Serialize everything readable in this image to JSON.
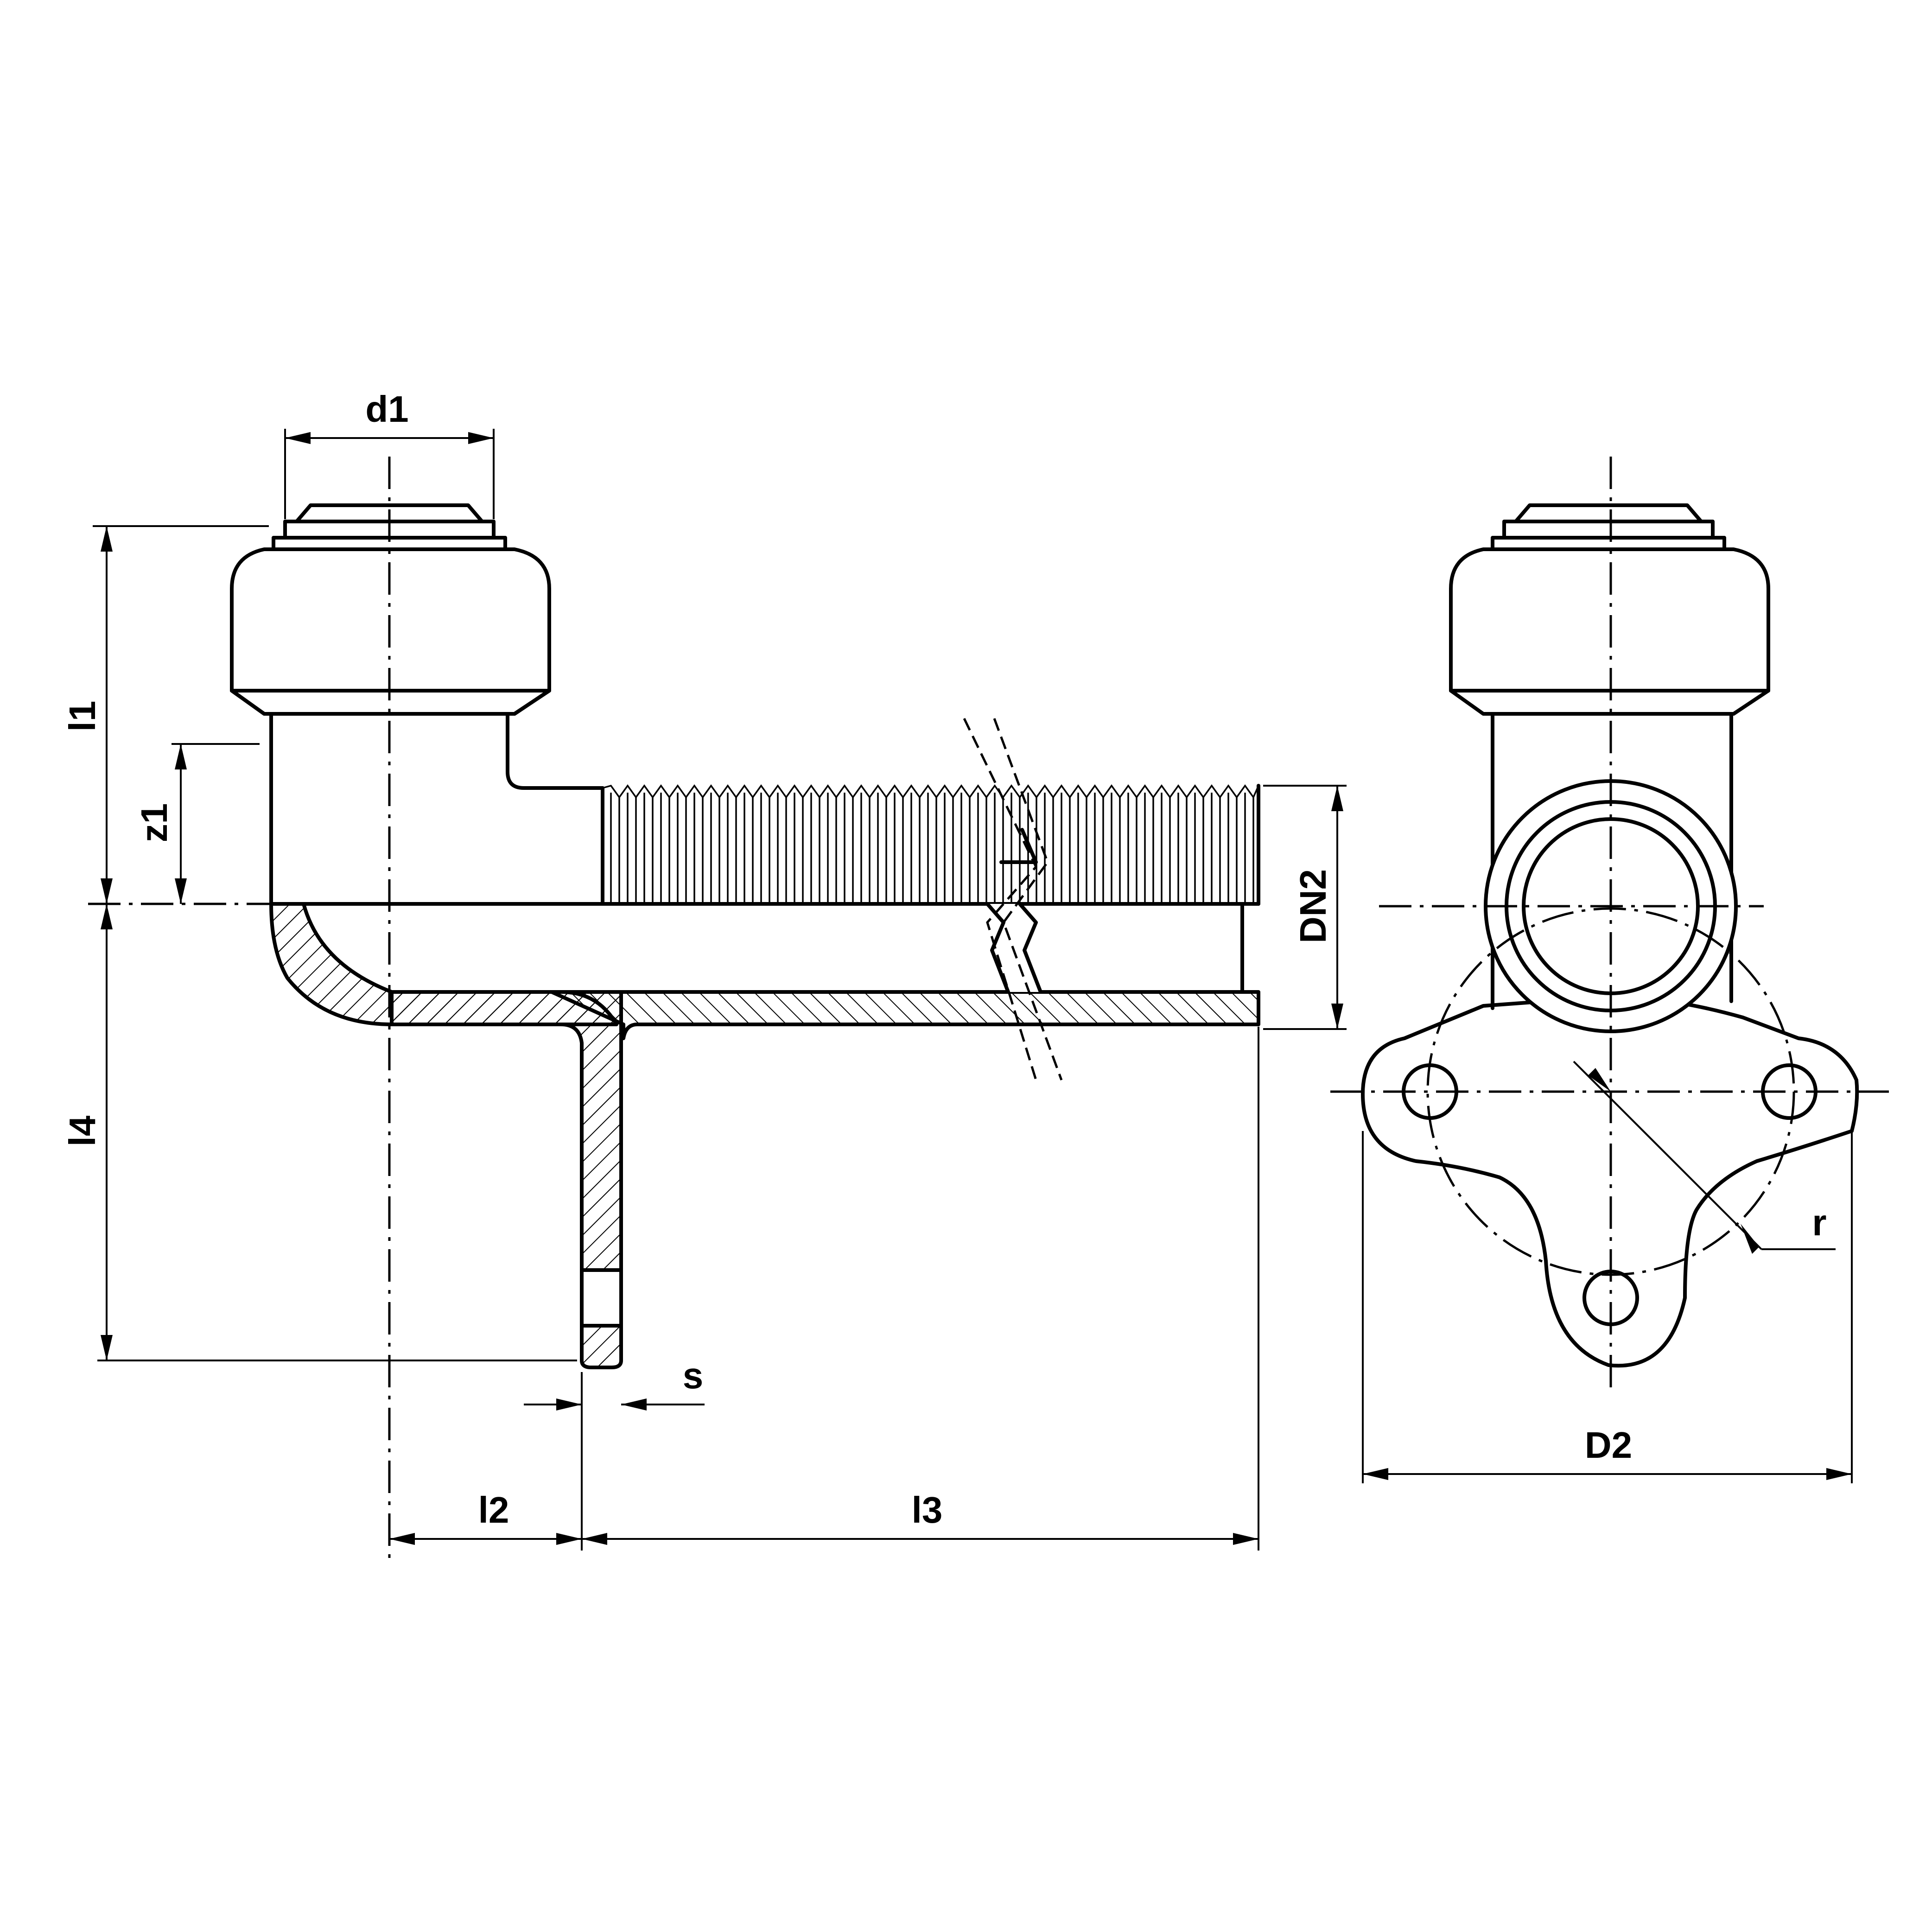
{
  "labels": {
    "d1": "d1",
    "l1": "l1",
    "z1": "z1",
    "l4": "l4",
    "l2": "l2",
    "l3": "l3",
    "s": "s",
    "DN2": "DN2",
    "D2": "D2",
    "r": "r"
  }
}
